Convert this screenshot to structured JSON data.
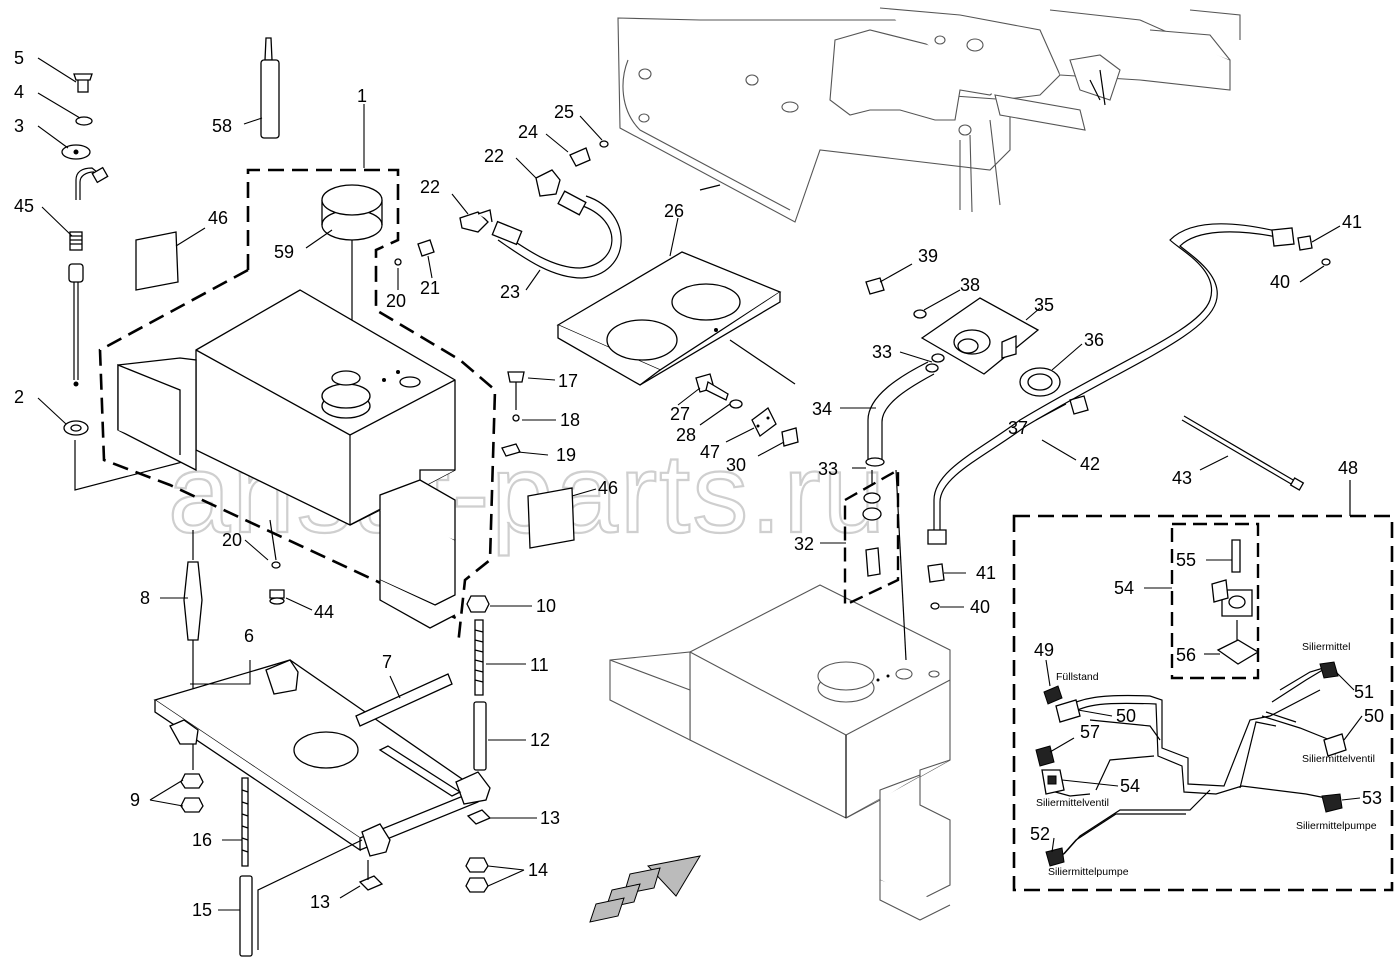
{
  "watermark": "ansat-parts.ru",
  "callouts": {
    "c1": "1",
    "c2": "2",
    "c3": "3",
    "c4": "4",
    "c5": "5",
    "c6": "6",
    "c7": "7",
    "c8": "8",
    "c9": "9",
    "c10": "10",
    "c11": "11",
    "c12": "12",
    "c13a": "13",
    "c13b": "13",
    "c14": "14",
    "c15": "15",
    "c16": "16",
    "c17": "17",
    "c18": "18",
    "c19": "19",
    "c20a": "20",
    "c20b": "20",
    "c21": "21",
    "c22a": "22",
    "c22b": "22",
    "c23": "23",
    "c24": "24",
    "c25": "25",
    "c26": "26",
    "c27": "27",
    "c28": "28",
    "c30": "30",
    "c32": "32",
    "c33a": "33",
    "c33b": "33",
    "c34": "34",
    "c35": "35",
    "c36": "36",
    "c37": "37",
    "c38": "38",
    "c39": "39",
    "c40a": "40",
    "c40b": "40",
    "c41a": "41",
    "c41b": "41",
    "c42": "42",
    "c43": "43",
    "c44": "44",
    "c45": "45",
    "c46a": "46",
    "c46b": "46",
    "c47": "47",
    "c48": "48",
    "c49": "49",
    "c50a": "50",
    "c50b": "50",
    "c51": "51",
    "c52": "52",
    "c53": "53",
    "c54a": "54",
    "c54b": "54",
    "c55": "55",
    "c56": "56",
    "c57": "57",
    "c58": "58",
    "c59": "59"
  },
  "harness_labels": {
    "fullstand": "Füllstand",
    "siliermittel": "Siliermittel",
    "siliermittelventil_right": "Siliermittelventil",
    "siliermittelventil_left": "Siliermittelventil",
    "siliermittelpumpe_right": "Siliermittelpumpe",
    "siliermittelpumpe_left": "Siliermittelpumpe"
  }
}
